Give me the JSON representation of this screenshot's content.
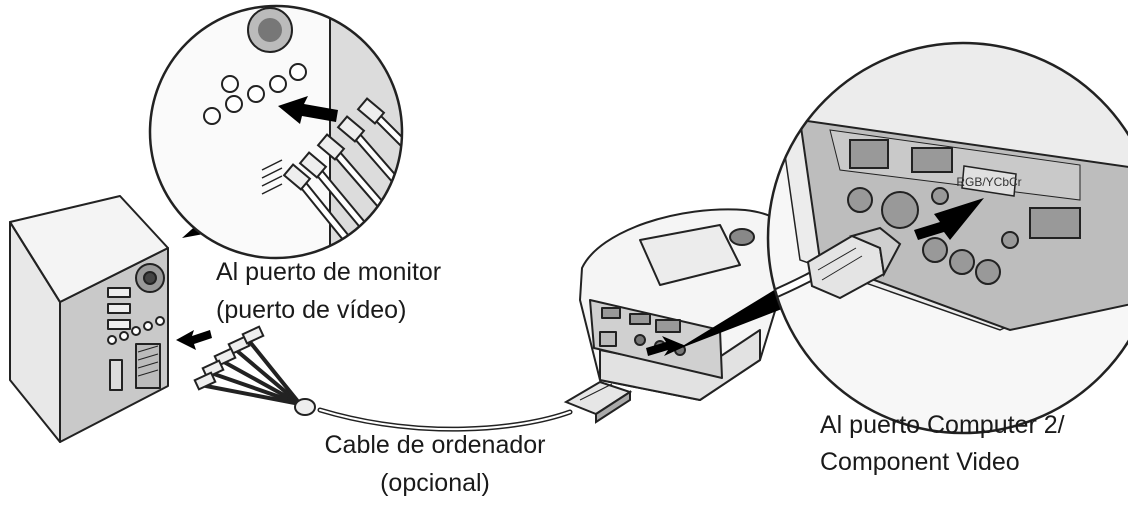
{
  "labels": {
    "monitor_port_line1": "Al puerto de monitor",
    "monitor_port_line2": "(puerto de vídeo)",
    "computer2_line1": "Al puerto Computer 2/",
    "computer2_line2": "Component Video",
    "cable_line1": "Cable de ordenador",
    "cable_line2": "(opcional)"
  },
  "panel_text": "RGB/YCbCr"
}
